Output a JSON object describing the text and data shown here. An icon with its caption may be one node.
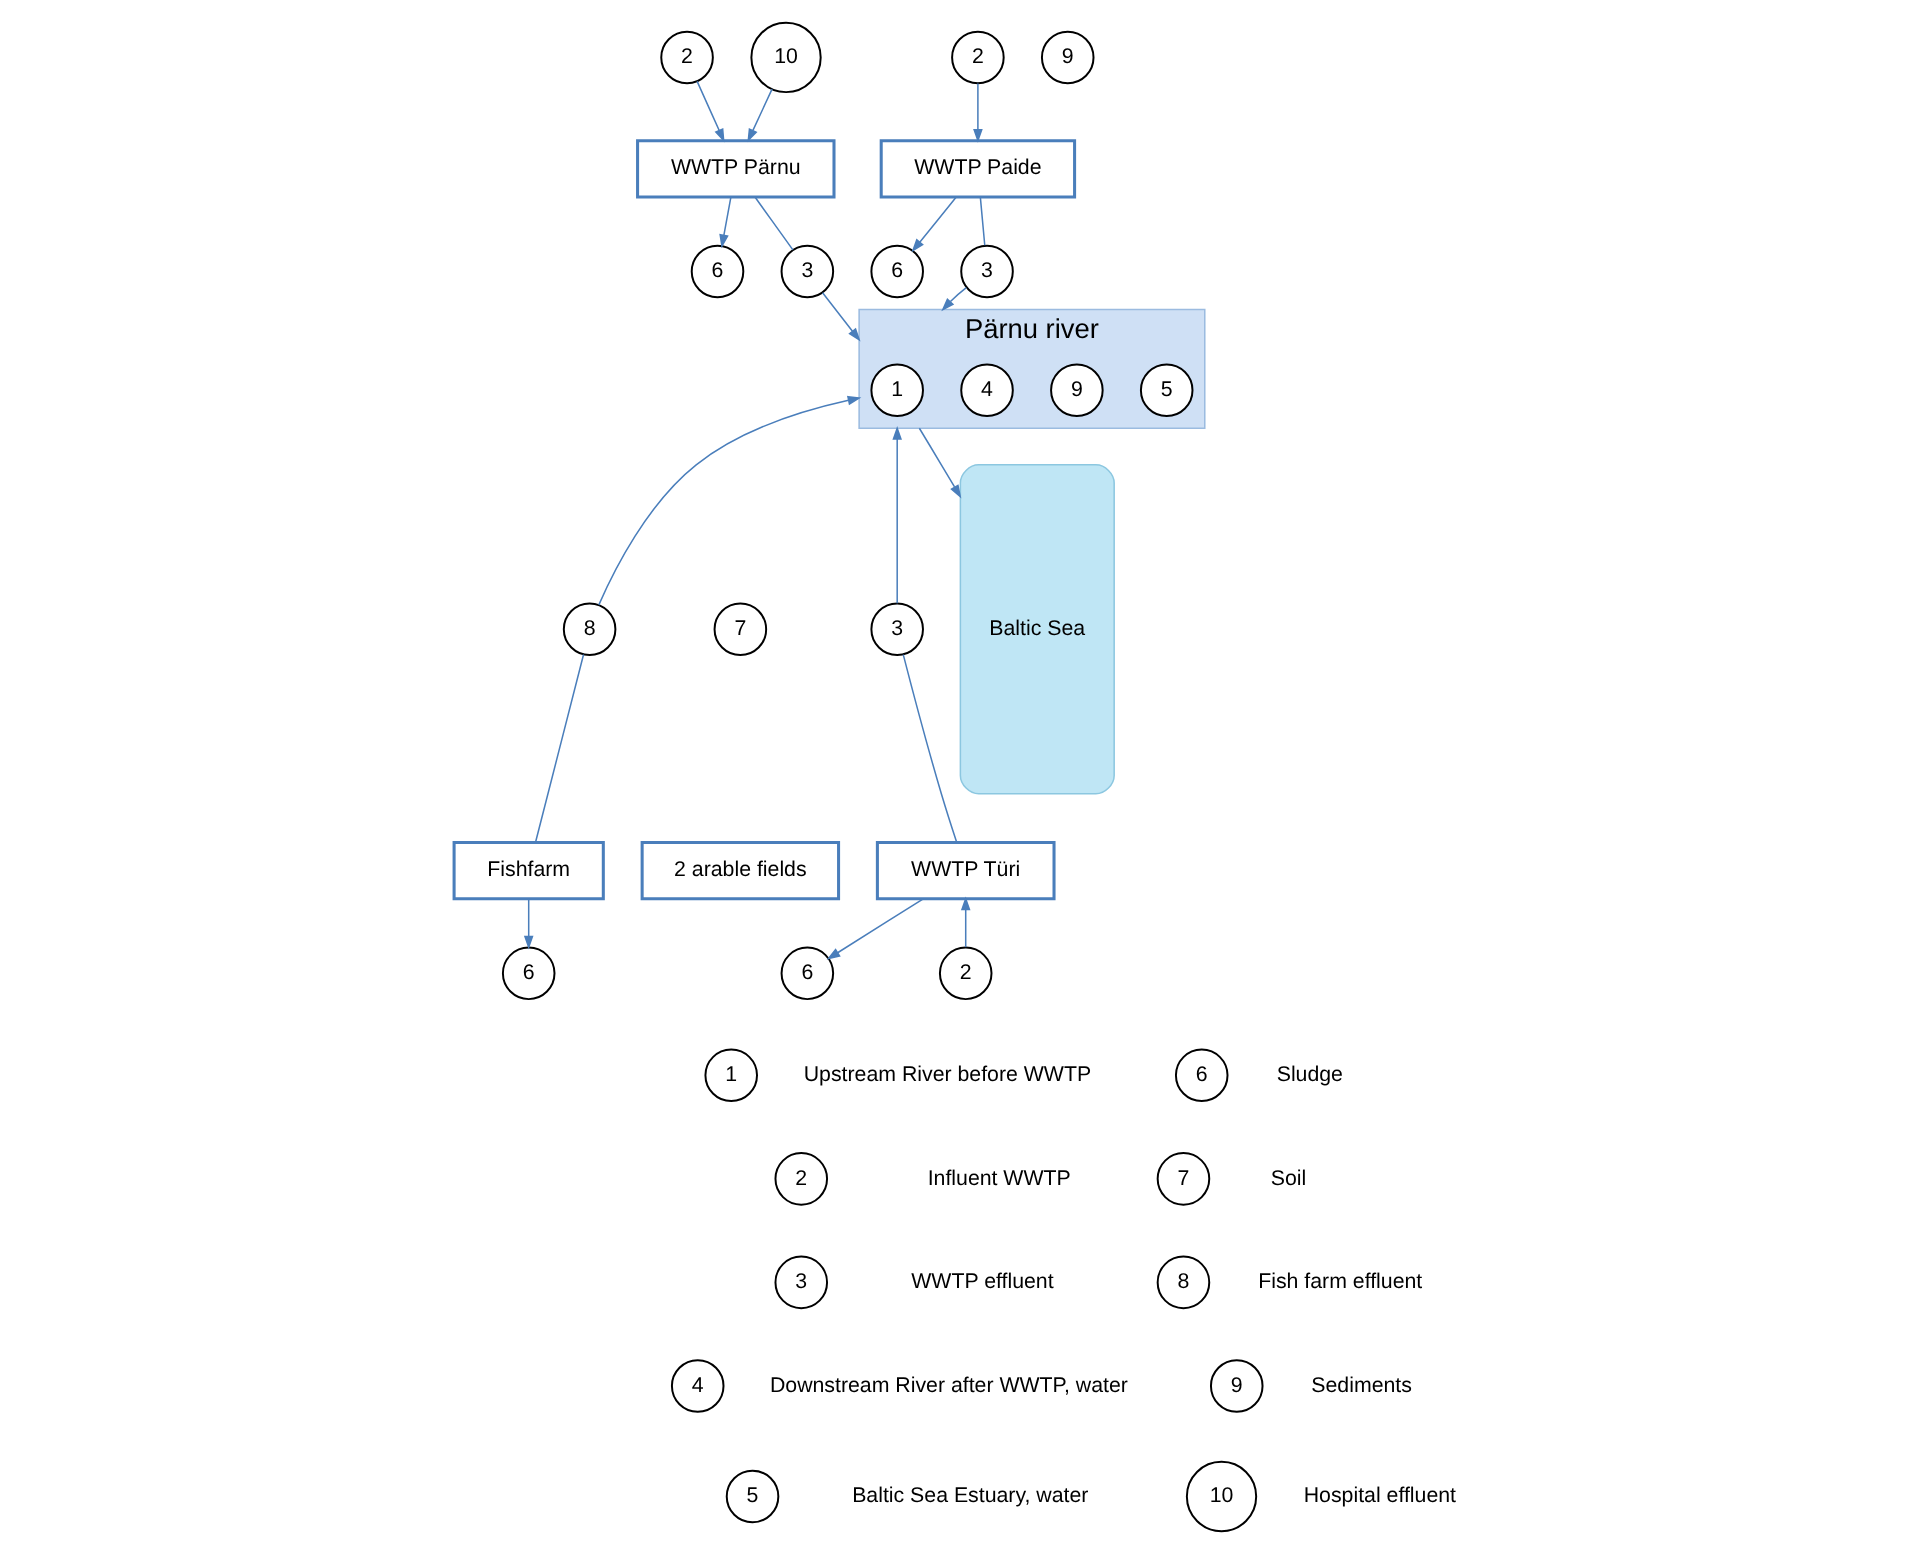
{
  "diagram": {
    "nodes": [
      {
        "text": [
          "WWTP Paide"
        ]
      },
      {
        "text": [
          "2"
        ]
      },
      {
        "text": [
          "6"
        ]
      },
      {
        "text": [
          "3"
        ]
      },
      {
        "text": [
          "10"
        ]
      },
      {
        "text": [
          "2"
        ]
      },
      {
        "text": [
          "WWTP Pärnu"
        ]
      },
      {
        "text": [
          "6"
        ]
      },
      {
        "text": [
          "3"
        ]
      },
      {
        "text": [
          "Baltic Sea"
        ]
      },
      {
        "text": [
          "Pärnu river"
        ]
      },
      {
        "text": [
          "1"
        ],
        "in": 10
      },
      {
        "text": [
          "4"
        ],
        "in": 10
      },
      {
        "text": [
          "9"
        ],
        "in": 10
      },
      {
        "text": [
          "5"
        ],
        "in": 10
      },
      {
        "text": [
          "9"
        ]
      },
      {
        "text": [
          "8"
        ]
      },
      {
        "text": [
          "Fishfarm"
        ]
      },
      {
        "text": [
          "6"
        ]
      },
      {
        "text": [
          "3"
        ]
      },
      {
        "text": [
          "WWTP Türi"
        ]
      },
      {
        "text": [
          "6"
        ]
      },
      {
        "text": [
          "7"
        ]
      },
      {
        "text": [
          "2 arable fields"
        ]
      },
      {
        "text": [
          "2"
        ]
      },
      {
        "text": [
          "1"
        ]
      },
      {
        "text": [
          "2"
        ]
      },
      {
        "text": [
          "3"
        ]
      },
      {
        "text": [
          "4"
        ]
      },
      {
        "text": [
          "5"
        ]
      },
      {
        "text": [
          "6"
        ]
      },
      {
        "text": [
          "7"
        ]
      },
      {
        "text": [
          "8"
        ]
      },
      {
        "text": [
          "9"
        ]
      },
      {
        "text": [
          "10"
        ]
      }
    ],
    "edges": [
      {
        "from": 1,
        "to": 0,
        "arrow": "to"
      },
      {
        "from": 0,
        "to": 2,
        "arrow": "to"
      },
      {
        "from": 0,
        "to": 3,
        "arrow": "none"
      },
      {
        "from": 3,
        "to": 10,
        "arrow": "to"
      },
      {
        "from": 4,
        "to": 6,
        "arrow": "to"
      },
      {
        "from": 5,
        "to": 6,
        "arrow": "to"
      },
      {
        "from": 6,
        "to": 7,
        "arrow": "to"
      },
      {
        "from": 6,
        "to": 8,
        "arrow": "none"
      },
      {
        "from": 8,
        "to": 10,
        "arrow": "to"
      },
      {
        "from": 10,
        "to": 9,
        "arrow": "to"
      },
      {
        "from": 17,
        "to": 16,
        "arrow": "none"
      },
      {
        "from": 16,
        "to": 10,
        "arrow": "to"
      },
      {
        "from": 17,
        "to": 18,
        "arrow": "to"
      },
      {
        "from": 20,
        "to": 19,
        "arrow": "none"
      },
      {
        "from": 19,
        "to": 10,
        "arrow": "to"
      },
      {
        "from": 20,
        "to": 21,
        "arrow": "to"
      },
      {
        "from": 24,
        "to": 20,
        "arrow": "to"
      }
    ],
    "labels": [
      "Upstream River before WWTP",
      "Influent WWTP",
      "WWTP effluent",
      "Downstream River after WWTP, water",
      "Baltic Sea Estuary, water",
      "Sludge",
      "Soil",
      "Fish farm effluent",
      "Sediments",
      "Hospital effluent"
    ]
  }
}
